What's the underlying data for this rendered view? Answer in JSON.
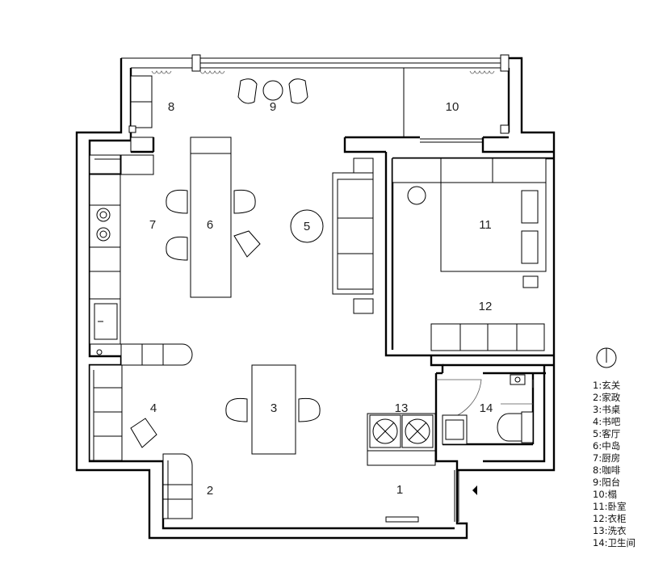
{
  "rooms": [
    {
      "num": "1",
      "label": "1:玄关"
    },
    {
      "num": "2",
      "label": "2:家政"
    },
    {
      "num": "3",
      "label": "3:书桌"
    },
    {
      "num": "4",
      "label": "4:书吧"
    },
    {
      "num": "5",
      "label": "5:客厅"
    },
    {
      "num": "6",
      "label": "6:中岛"
    },
    {
      "num": "7",
      "label": "7:厨房"
    },
    {
      "num": "8",
      "label": "8:咖啡"
    },
    {
      "num": "9",
      "label": "9:阳台"
    },
    {
      "num": "10",
      "label": "10:榻"
    },
    {
      "num": "11",
      "label": "11:卧室"
    },
    {
      "num": "12",
      "label": "12:衣柜"
    },
    {
      "num": "13",
      "label": "13:洗衣"
    },
    {
      "num": "14",
      "label": "14:卫生间"
    }
  ],
  "north_arrow": {
    "icon": "north-arrow-icon"
  },
  "entrance": {
    "icon": "entrance-arrow-icon"
  }
}
